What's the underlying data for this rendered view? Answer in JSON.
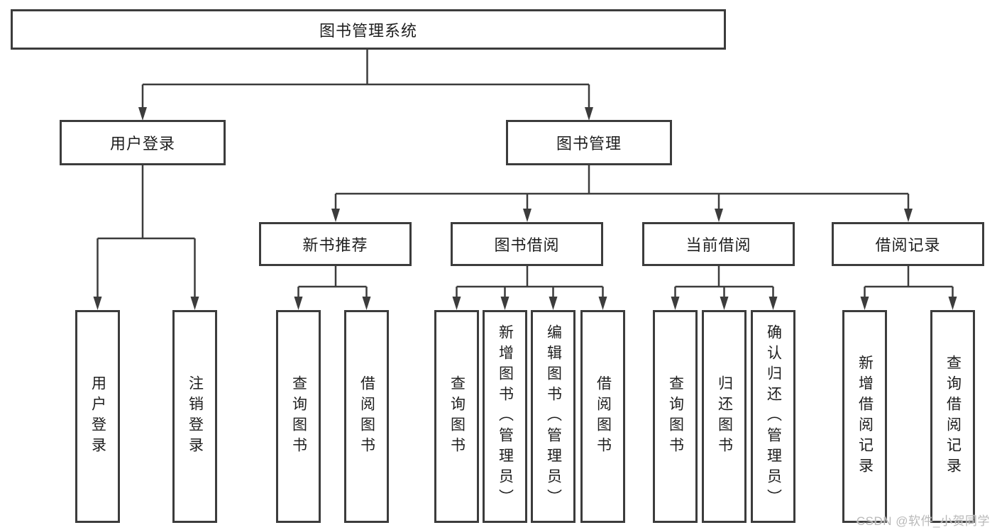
{
  "colors": {
    "line": "#3c3c3c",
    "node_border": "#3c3c3c",
    "node_text": "#1e1e1e",
    "background": "#ffffff",
    "watermark": "#b9b9b9"
  },
  "watermark": {
    "text": "CSDN @软件_小贺同学"
  },
  "diagram": {
    "type": "tree",
    "root": {
      "label": "图书管理系统"
    },
    "level2": [
      {
        "label": "用户登录"
      },
      {
        "label": "图书管理"
      }
    ],
    "level3": [
      {
        "label": "新书推荐",
        "parent": "图书管理"
      },
      {
        "label": "图书借阅",
        "parent": "图书管理"
      },
      {
        "label": "当前借阅",
        "parent": "图书管理"
      },
      {
        "label": "借阅记录",
        "parent": "图书管理"
      }
    ],
    "leaves": [
      {
        "label": "用户登录",
        "parent": "用户登录"
      },
      {
        "label": "注销登录",
        "parent": "用户登录"
      },
      {
        "label": "查询图书",
        "parent": "新书推荐"
      },
      {
        "label": "借阅图书",
        "parent": "新书推荐"
      },
      {
        "label": "查询图书",
        "parent": "图书借阅"
      },
      {
        "label": "新增图书（管理员）",
        "parent": "图书借阅"
      },
      {
        "label": "编辑图书（管理员）",
        "parent": "图书借阅"
      },
      {
        "label": "借阅图书",
        "parent": "图书借阅"
      },
      {
        "label": "查询图书",
        "parent": "当前借阅"
      },
      {
        "label": "归还图书",
        "parent": "当前借阅"
      },
      {
        "label": "确认归还（管理员）",
        "parent": "当前借阅"
      },
      {
        "label": "新增借阅记录",
        "parent": "借阅记录"
      },
      {
        "label": "查询借阅记录",
        "parent": "借阅记录"
      }
    ]
  }
}
